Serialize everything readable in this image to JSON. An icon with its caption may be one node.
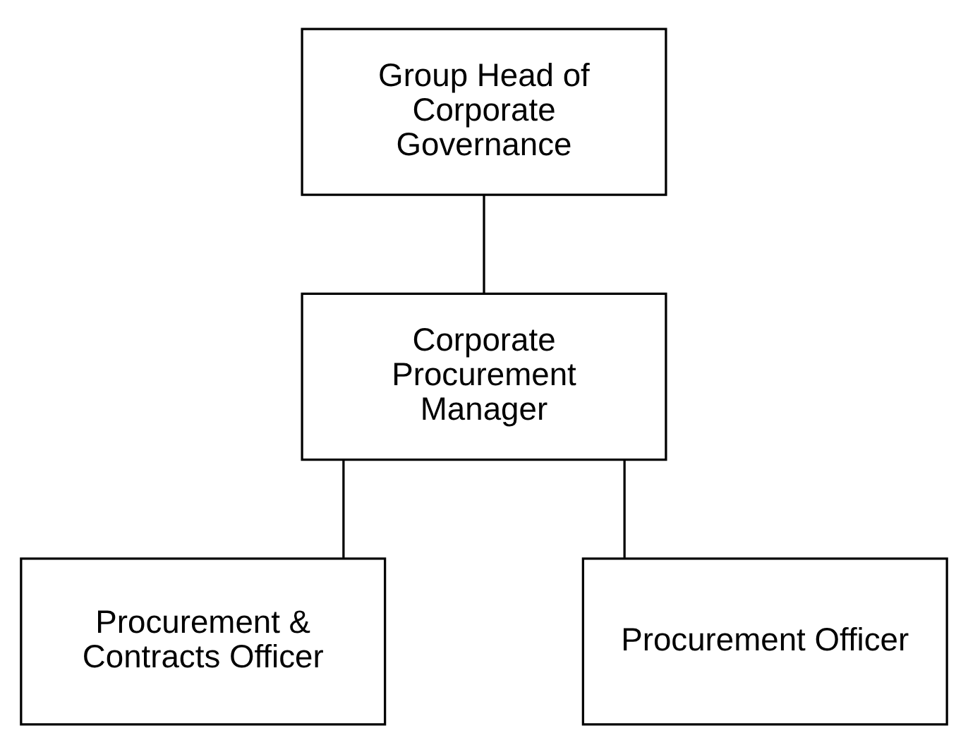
{
  "diagram": {
    "nodes": [
      {
        "text": [
          "Group Head of Corporate Governance"
        ]
      },
      {
        "text": [
          "Corporate Procurement Manager"
        ]
      },
      {
        "text": [
          "Procurement & Contracts Officer"
        ]
      },
      {
        "text": [
          "Procurement Officer"
        ]
      }
    ],
    "edges": [
      {
        "from": 0,
        "to": 1,
        "arrow": "none"
      },
      {
        "from": 1,
        "to": 2,
        "arrow": "none"
      },
      {
        "from": 1,
        "to": 3,
        "arrow": "none"
      }
    ]
  }
}
